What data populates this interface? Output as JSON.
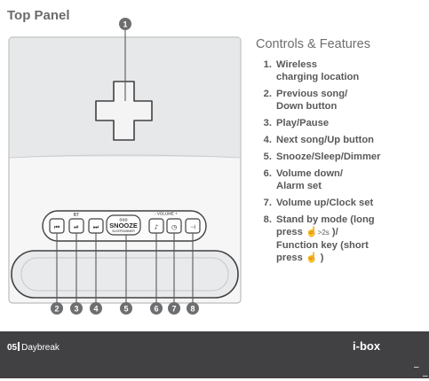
{
  "top_panel": {
    "title": "Top Panel"
  },
  "device": {
    "snooze_label": "SNOOZE",
    "snooze_sub": "SLEEP/DIMMER",
    "bt_label": "BT",
    "volume_label": "- VOLUME +",
    "callouts": [
      "1",
      "2",
      "3",
      "4",
      "5",
      "6",
      "7",
      "8"
    ]
  },
  "controls": {
    "title": "Controls & Features",
    "items": [
      {
        "num": "1.",
        "text": "Wireless\ncharging location"
      },
      {
        "num": "2.",
        "text": "Previous song/\nDown button"
      },
      {
        "num": "3.",
        "text": "Play/Pause"
      },
      {
        "num": "4.",
        "text": "Next song/Up button"
      },
      {
        "num": "5.",
        "text": "Snooze/Sleep/Dimmer"
      },
      {
        "num": "6.",
        "text": "Volume down/\nAlarm set"
      },
      {
        "num": "7.",
        "text": "Volume up/Clock set"
      }
    ],
    "item8": {
      "num": "8.",
      "part1": "Stand by mode (long",
      "part2": "press",
      "press_duration": ">2s",
      "part3": ")/",
      "part4": "Function key (short",
      "part5": "press",
      "part6": ")"
    }
  },
  "footer": {
    "page_number": "05",
    "doc_name": "Daybreak",
    "brand": "i-box",
    "corner_marks": [
      "–",
      "–"
    ]
  },
  "icons": {
    "hand": "☝"
  }
}
